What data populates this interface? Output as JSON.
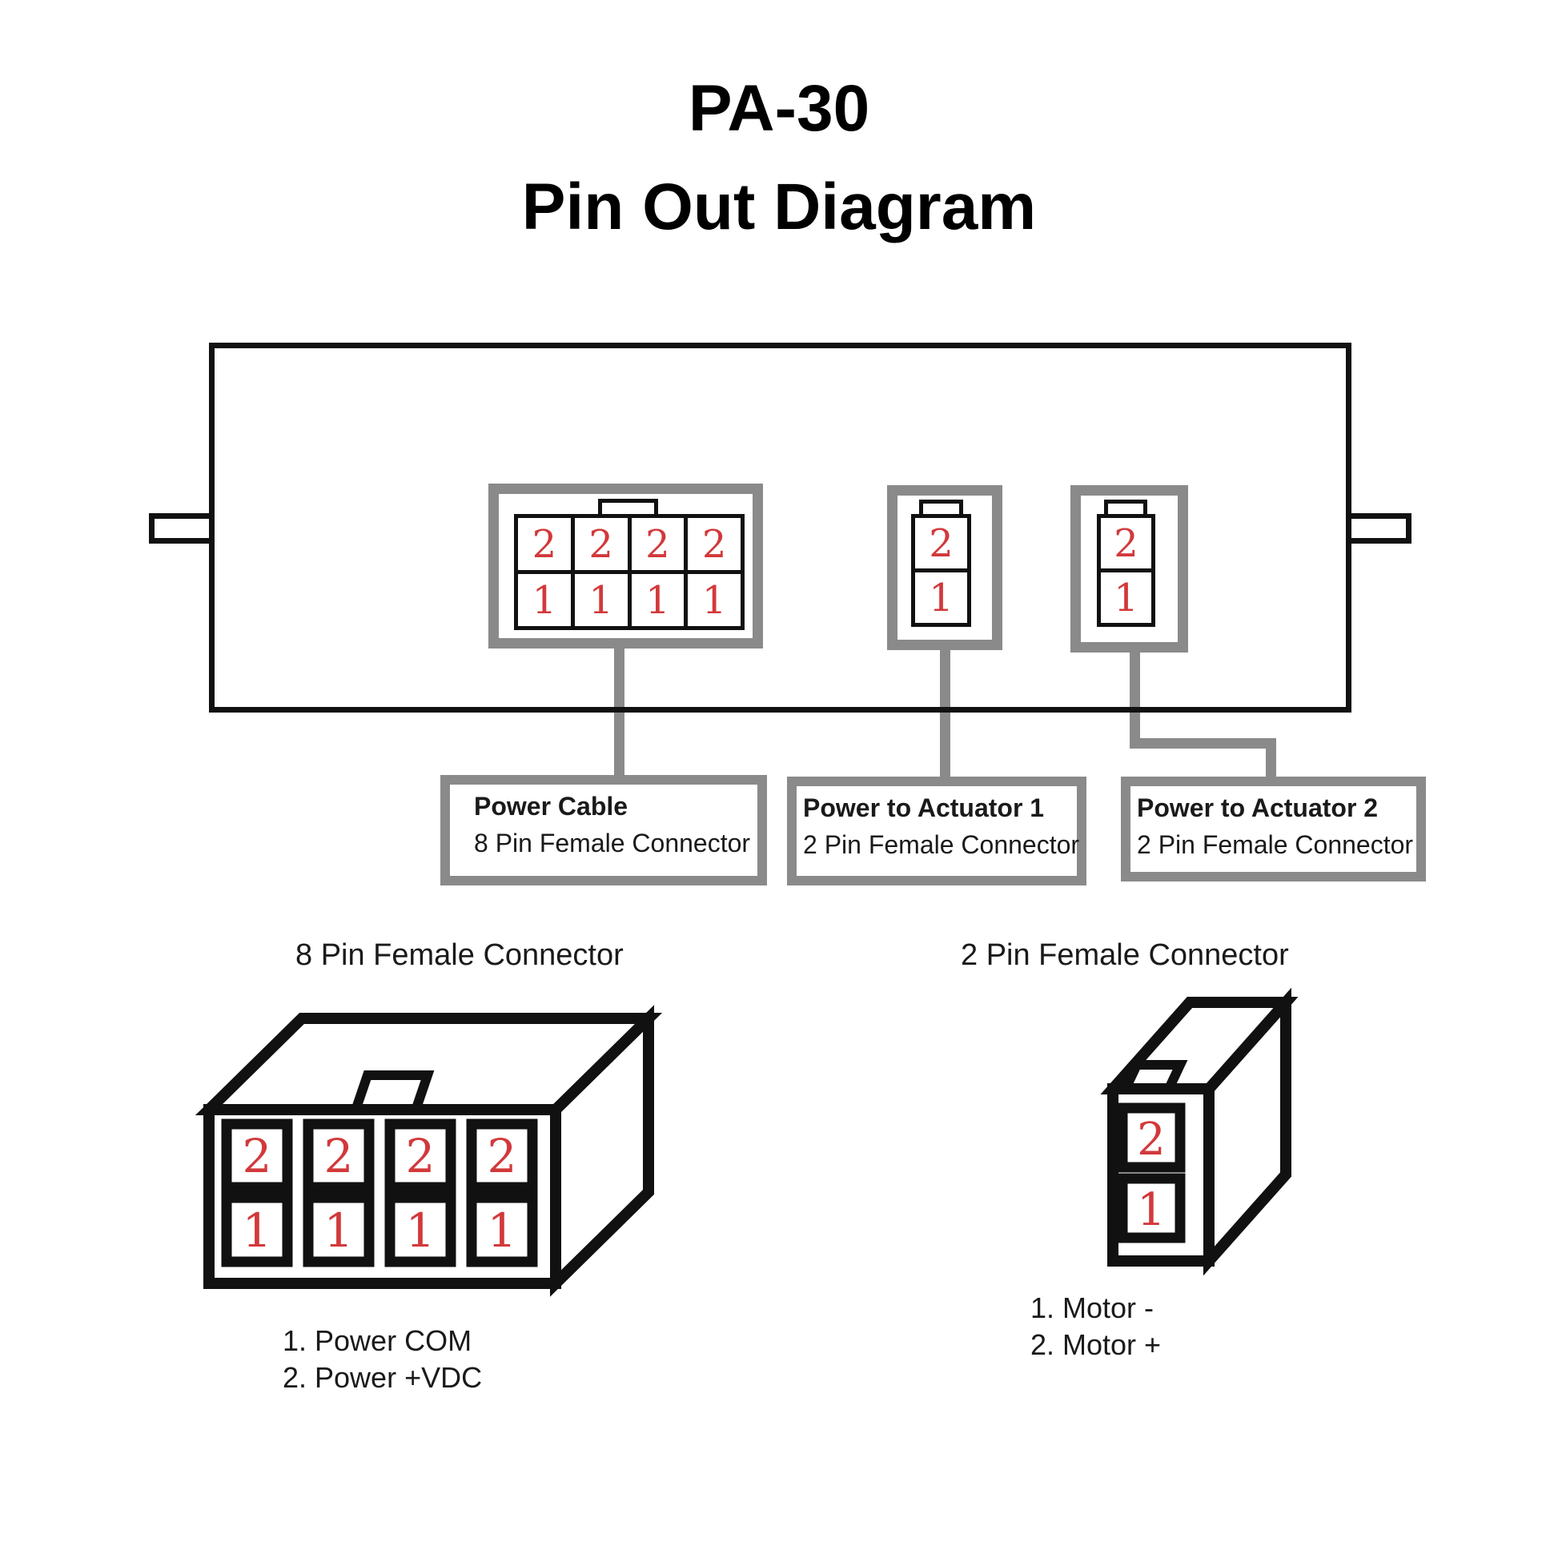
{
  "page_title": {
    "line1": "PA-30",
    "line2": "Pin Out Diagram"
  },
  "colors": {
    "pin_number_red": "#D2393B",
    "wire_gray": "#8A8A8A",
    "line_black": "#111111"
  },
  "controller_box": {
    "connector_8pin": {
      "pins_top": [
        "2",
        "2",
        "2",
        "2"
      ],
      "pins_bottom": [
        "1",
        "1",
        "1",
        "1"
      ]
    },
    "connector_2pin_1": {
      "pin_top": "2",
      "pin_bottom": "1"
    },
    "connector_2pin_2": {
      "pin_top": "2",
      "pin_bottom": "1"
    }
  },
  "callouts": {
    "power_cable": {
      "title": "Power Cable",
      "subtitle": "8 Pin Female Connector"
    },
    "actuator1": {
      "title": "Power to Actuator 1",
      "subtitle": "2 Pin Female Connector"
    },
    "actuator2": {
      "title": "Power to Actuator 2",
      "subtitle": "2 Pin Female Connector"
    }
  },
  "detail_8pin": {
    "heading": "8 Pin Female Connector",
    "pins_top": [
      "2",
      "2",
      "2",
      "2"
    ],
    "pins_bottom": [
      "1",
      "1",
      "1",
      "1"
    ],
    "legend": [
      "1. Power COM",
      "2. Power +VDC"
    ]
  },
  "detail_2pin": {
    "heading": "2 Pin Female Connector",
    "pin_top": "2",
    "pin_bottom": "1",
    "legend": [
      "1. Motor -",
      "2. Motor +"
    ]
  }
}
